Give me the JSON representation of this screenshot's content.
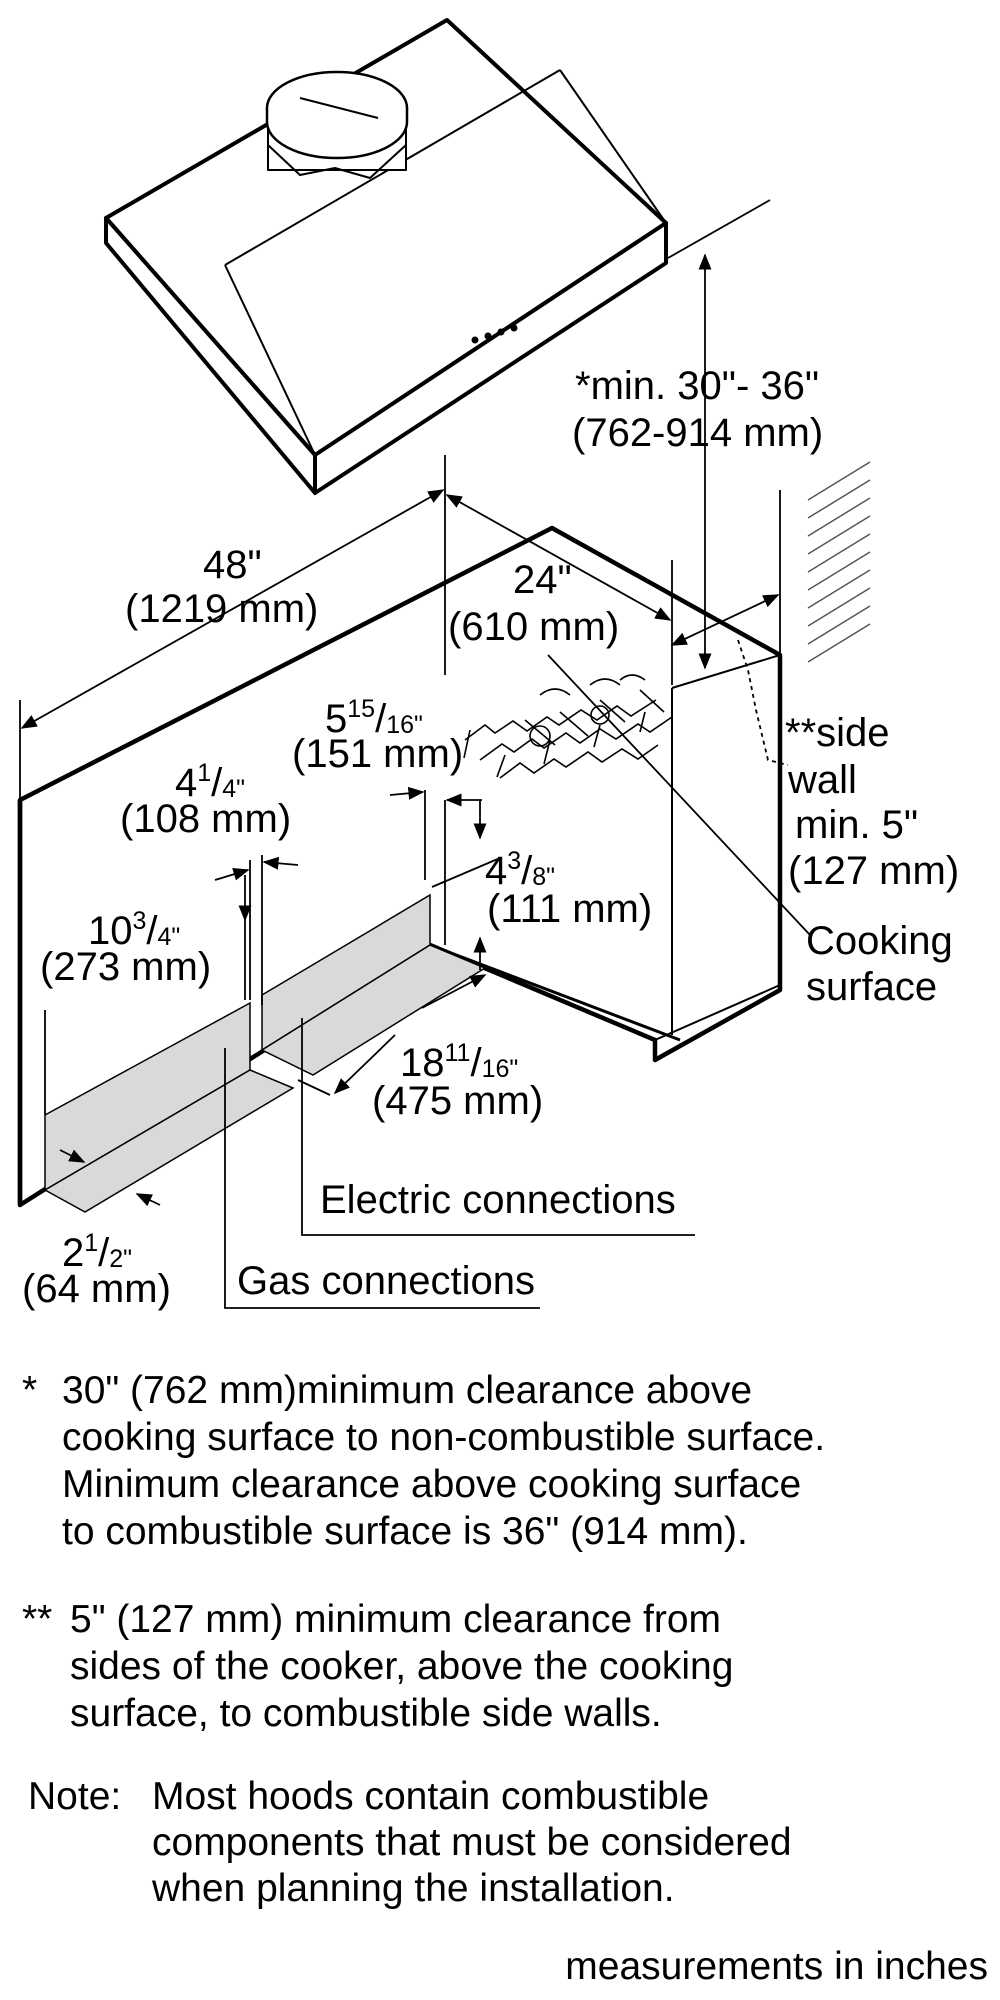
{
  "labels": {
    "height_in": "*min. 30\"- 36\"",
    "height_mm": "(762-914 mm)",
    "width_in": "48\"",
    "width_mm": "(1219 mm)",
    "depth_in": "24\"",
    "depth_mm": "(610 mm)",
    "d5_whole": "5",
    "d5_num": "15",
    "d5_den": "16\"",
    "d5_mm": "(151 mm)",
    "d4a_whole": "4",
    "d4a_num": "1",
    "d4a_den": "4\"",
    "d4a_mm": "(108 mm)",
    "d4b_whole": "4",
    "d4b_num": "3",
    "d4b_den": "8\"",
    "d4b_mm": "(111 mm)",
    "d10_whole": "10",
    "d10_num": "3",
    "d10_den": "4\"",
    "d10_mm": "(273 mm)",
    "d18_whole": "18",
    "d18_num": "11",
    "d18_den": "16\"",
    "d18_mm": "(475 mm)",
    "d2_whole": "2",
    "d2_num": "1",
    "d2_den": "2\"",
    "d2_mm": "(64 mm)",
    "side_wall_1": "**side",
    "side_wall_2": "wall",
    "side_wall_3": "min. 5\"",
    "side_wall_4": "(127 mm)",
    "cooking_1": "Cooking",
    "cooking_2": "surface",
    "electric": "Electric connections",
    "gas": "Gas connections"
  },
  "notes": {
    "n1_mark": "*",
    "n1_l1": "30\" (762 mm)minimum clearance above",
    "n1_l2": "cooking surface to non-combustible surface.",
    "n1_l3": "Minimum clearance above cooking surface",
    "n1_l4": "to combustible surface is 36\" (914 mm).",
    "n2_mark": "**",
    "n2_l1": "5\" (127 mm) minimum clearance from",
    "n2_l2": "sides of the cooker, above the cooking",
    "n2_l3": "surface, to combustible side walls.",
    "n3_mark": "Note:",
    "n3_l1": "Most hoods contain combustible",
    "n3_l2": "components that must be considered",
    "n3_l3": "when planning the installation."
  },
  "footer": "measurements in inches",
  "colors": {
    "line": "#000000",
    "cutout_fill": "#d9d9d9",
    "background": "#ffffff"
  }
}
